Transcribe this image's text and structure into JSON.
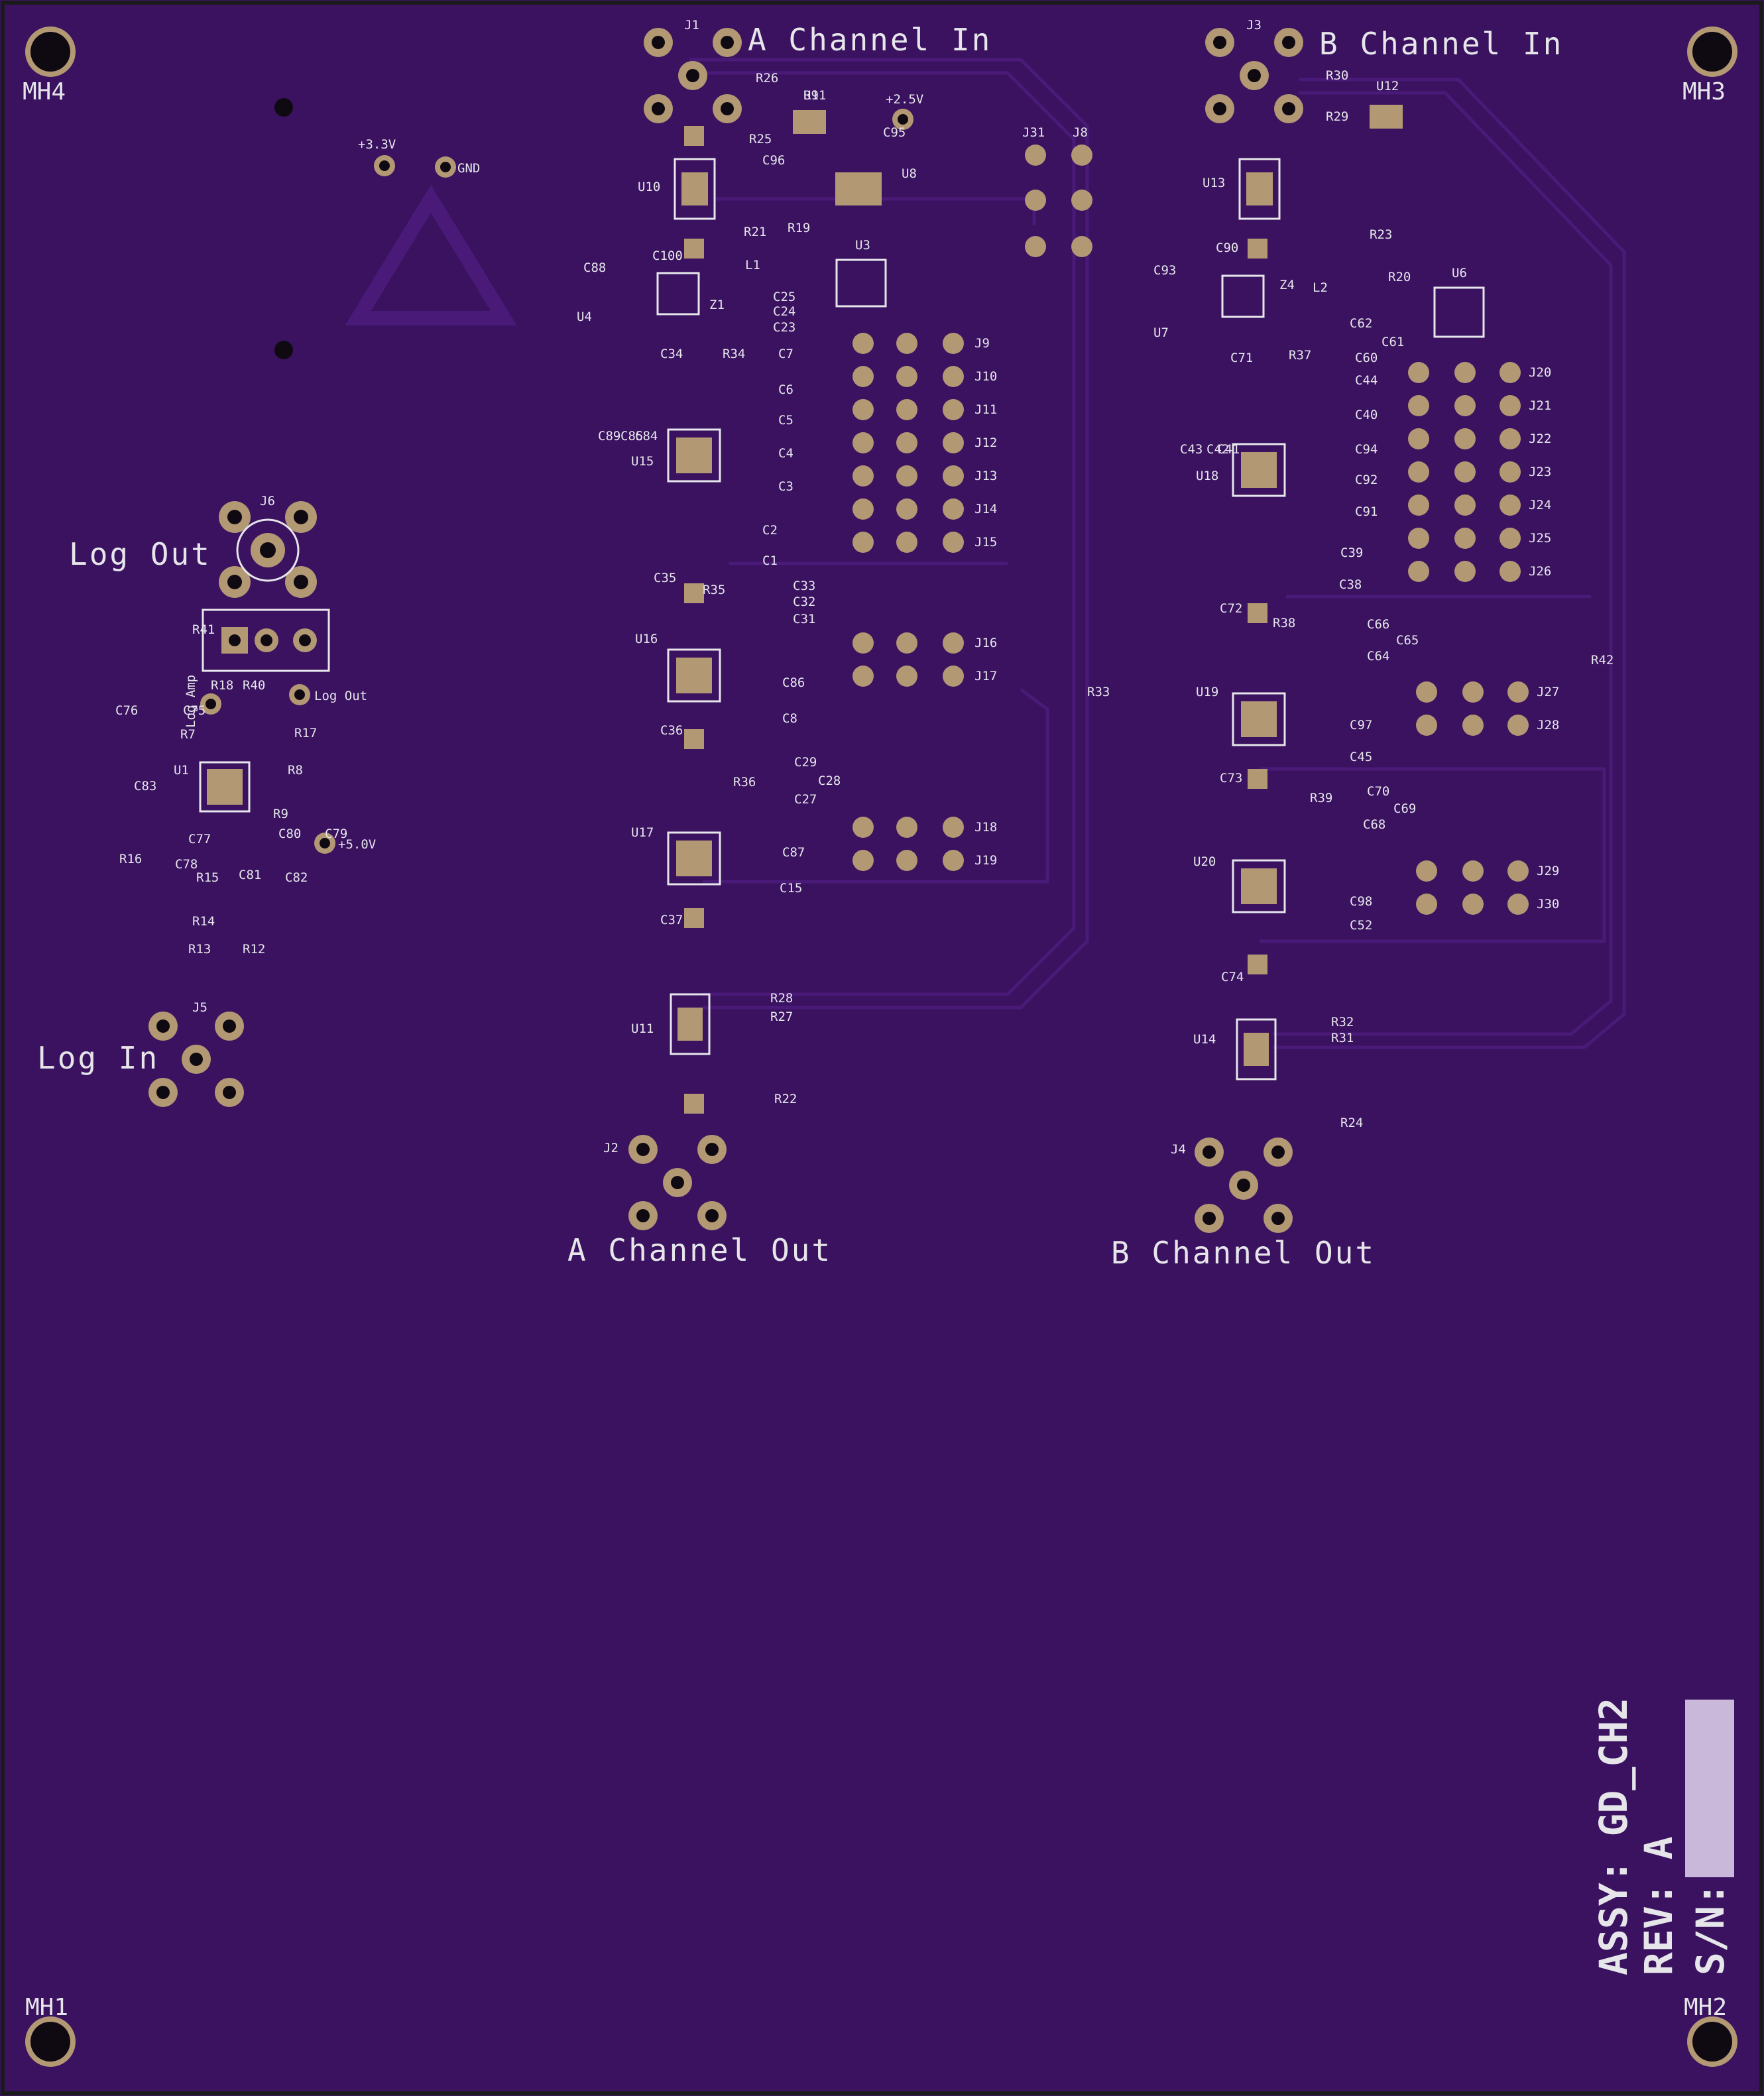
{
  "board": {
    "colors": {
      "substrate": "#3a1260",
      "outline": "#1a1a1a",
      "silk": "#e6e6ea",
      "pad": "#b39874",
      "trace": "#4a1a78",
      "sn_box": "#c9b8da"
    }
  },
  "titles": {
    "a_in": "A Channel In",
    "b_in": "B Channel In",
    "a_out": "A Channel Out",
    "b_out": "B Channel Out",
    "log_out": "Log Out",
    "log_in": "Log In"
  },
  "mounting_holes": [
    "MH4",
    "MH3",
    "MH1",
    "MH2"
  ],
  "power_labels": {
    "v33": "+3.3V",
    "gnd": "GND",
    "v25": "+2.5V",
    "v50": "+5.0V",
    "log_out_small": "Log Out",
    "log_amp": "Log Amp"
  },
  "connectors": {
    "J1": "J1",
    "J2": "J2",
    "J3": "J3",
    "J4": "J4",
    "J5": "J5",
    "J6": "J6",
    "a_headers": [
      "J9",
      "J10",
      "J11",
      "J12",
      "J13",
      "J14",
      "J15",
      "J16",
      "J17",
      "J18",
      "J19"
    ],
    "b_headers": [
      "J20",
      "J21",
      "J22",
      "J23",
      "J24",
      "J25",
      "J26",
      "J27",
      "J28",
      "J29",
      "J30"
    ],
    "J31": "J31",
    "J8": "J8"
  },
  "refdes": {
    "a_chain": [
      "U10",
      "U15",
      "U16",
      "U17",
      "U11"
    ],
    "b_chain": [
      "U13",
      "U18",
      "U19",
      "U20",
      "U14"
    ],
    "misc": [
      "U9",
      "U8",
      "U3",
      "U4",
      "U12",
      "U6",
      "U7",
      "U1",
      "L1",
      "L2",
      "R26",
      "R25",
      "C96",
      "C95",
      "R21",
      "R19",
      "C88",
      "C100",
      "Z1",
      "C25",
      "C24",
      "C23",
      "C34",
      "R34",
      "C89",
      "C85",
      "C84",
      "C7",
      "C6",
      "C5",
      "C4",
      "C3",
      "C2",
      "C1",
      "C35",
      "R35",
      "C33",
      "C32",
      "C31",
      "C86",
      "C8",
      "C36",
      "R36",
      "C29",
      "C28",
      "C27",
      "C87",
      "C15",
      "C37",
      "R28",
      "R27",
      "R22",
      "R33",
      "R30",
      "R29",
      "R23",
      "C93",
      "C90",
      "Z4",
      "R20",
      "C62",
      "C61",
      "C60",
      "C71",
      "R37",
      "C44",
      "C43",
      "C42",
      "C41",
      "C40",
      "C94",
      "C92",
      "C91",
      "C39",
      "C38",
      "C72",
      "R38",
      "C66",
      "C65",
      "C64",
      "R42",
      "C97",
      "C45",
      "C73",
      "R39",
      "C70",
      "C69",
      "C68",
      "C98",
      "C52",
      "C74",
      "R32",
      "R31",
      "R24",
      "R41",
      "R18",
      "R40",
      "C76",
      "C75",
      "R7",
      "R17",
      "C83",
      "R8",
      "R9",
      "C79",
      "C80",
      "R16",
      "C78",
      "C77",
      "R15",
      "C81",
      "C82",
      "R14",
      "R13",
      "R12",
      "R11"
    ]
  },
  "assembly": {
    "assy": "ASSY: GD_CH2",
    "rev": "REV: A",
    "sn": "S/N:"
  }
}
